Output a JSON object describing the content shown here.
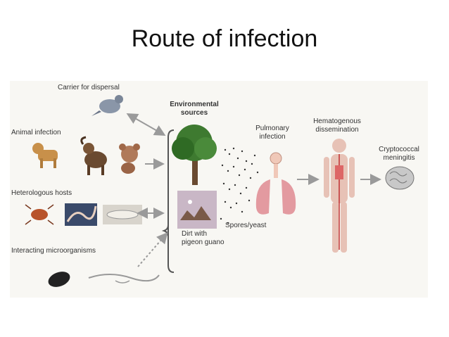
{
  "title": "Route of infection",
  "diagram": {
    "labels": {
      "carrier": "Carrier for dispersal",
      "animal": "Animal infection",
      "heterologous": "Heterologous hosts",
      "interacting": "Interacting microorganisms",
      "environmental_line1": "Environmental",
      "environmental_line2": "sources",
      "dirt_line1": "Dirt with",
      "dirt_line2": "pigeon guano",
      "pulmonary_line1": "Pulmonary",
      "pulmonary_line2": "infection",
      "spores": "Spores/yeast",
      "hematogenous_line1": "Hematogenous",
      "hematogenous_line2": "dissemination",
      "crypto_line1": "Cryptococcal",
      "crypto_line2": "meningitis"
    }
  }
}
